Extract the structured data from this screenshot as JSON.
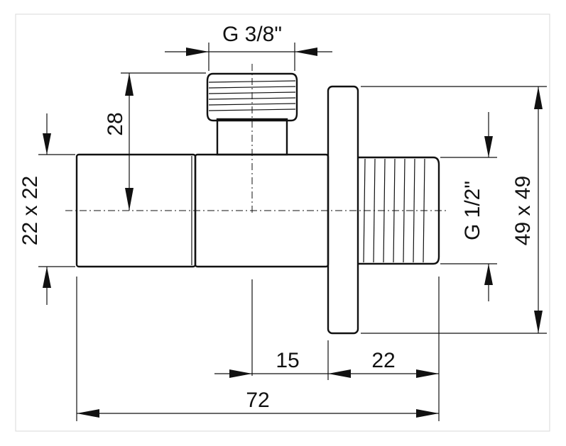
{
  "labels": {
    "outlet_thread": "G 3/8\"",
    "height": "28",
    "body_section": "22 x 22",
    "inlet_thread": "G 1/2\"",
    "rosette_size": "49 x 49",
    "outlet_offset": "15",
    "inlet_length": "22",
    "total_length": "72"
  }
}
